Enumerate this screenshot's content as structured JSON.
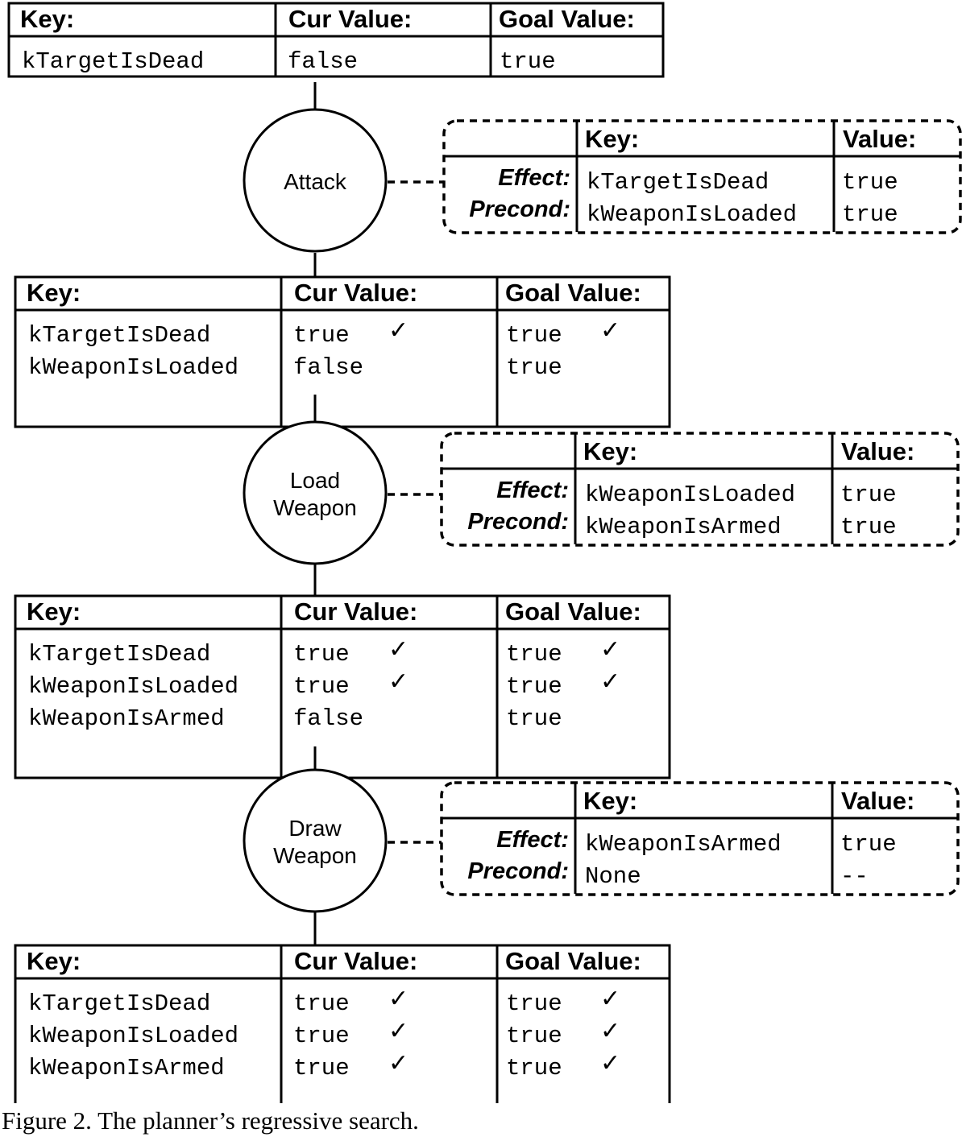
{
  "state_tables": [
    {
      "headers": [
        "Key:",
        "Cur Value:",
        "Goal Value:"
      ],
      "rows": [
        {
          "key": "kTargetIsDead",
          "cur": "false",
          "goal": "true",
          "cur_check": false,
          "goal_check": false
        }
      ]
    },
    {
      "headers": [
        "Key:",
        "Cur Value:",
        "Goal Value:"
      ],
      "rows": [
        {
          "key": "kTargetIsDead",
          "cur": "true",
          "goal": "true",
          "cur_check": true,
          "goal_check": true
        },
        {
          "key": "kWeaponIsLoaded",
          "cur": "false",
          "goal": "true",
          "cur_check": false,
          "goal_check": false
        }
      ]
    },
    {
      "headers": [
        "Key:",
        "Cur Value:",
        "Goal Value:"
      ],
      "rows": [
        {
          "key": "kTargetIsDead",
          "cur": "true",
          "goal": "true",
          "cur_check": true,
          "goal_check": true
        },
        {
          "key": "kWeaponIsLoaded",
          "cur": "true",
          "goal": "true",
          "cur_check": true,
          "goal_check": true
        },
        {
          "key": "kWeaponIsArmed",
          "cur": "false",
          "goal": "true",
          "cur_check": false,
          "goal_check": false
        }
      ]
    },
    {
      "headers": [
        "Key:",
        "Cur Value:",
        "Goal Value:"
      ],
      "rows": [
        {
          "key": "kTargetIsDead",
          "cur": "true",
          "goal": "true",
          "cur_check": true,
          "goal_check": true
        },
        {
          "key": "kWeaponIsLoaded",
          "cur": "true",
          "goal": "true",
          "cur_check": true,
          "goal_check": true
        },
        {
          "key": "kWeaponIsArmed",
          "cur": "true",
          "goal": "true",
          "cur_check": true,
          "goal_check": true
        }
      ]
    }
  ],
  "actions": [
    {
      "name_lines": [
        "Attack"
      ],
      "box": {
        "key_header": "Key:",
        "value_header": "Value:",
        "effect_label": "Effect:",
        "precond_label": "Precond:",
        "effect_key": "kTargetIsDead",
        "effect_value": "true",
        "precond_key": "kWeaponIsLoaded",
        "precond_value": "true"
      }
    },
    {
      "name_lines": [
        "Load",
        "Weapon"
      ],
      "box": {
        "key_header": "Key:",
        "value_header": "Value:",
        "effect_label": "Effect:",
        "precond_label": "Precond:",
        "effect_key": "kWeaponIsLoaded",
        "effect_value": "true",
        "precond_key": "kWeaponIsArmed",
        "precond_value": "true"
      }
    },
    {
      "name_lines": [
        "Draw",
        "Weapon"
      ],
      "box": {
        "key_header": "Key:",
        "value_header": "Value:",
        "effect_label": "Effect:",
        "precond_label": "Precond:",
        "effect_key": "kWeaponIsArmed",
        "effect_value": "true",
        "precond_key": "None",
        "precond_value": "--"
      }
    }
  ],
  "check_glyph": "✓",
  "caption": "Figure 2. The planner’s regressive search."
}
